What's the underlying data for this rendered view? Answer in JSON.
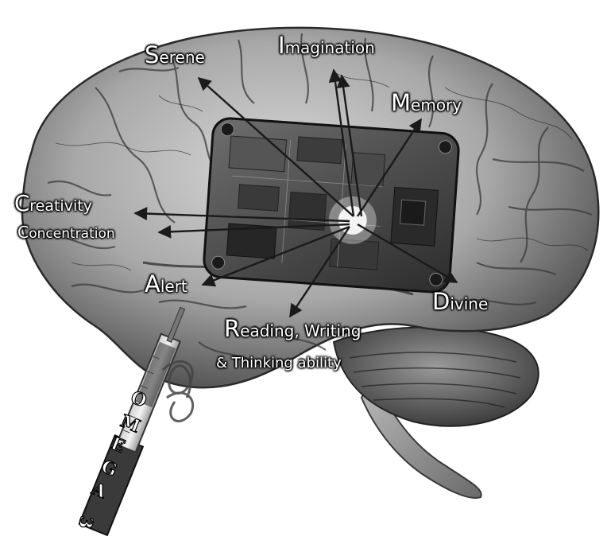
{
  "labels": {
    "serene": {
      "cap": "S",
      "rest": "erene"
    },
    "imagination": {
      "cap": "I",
      "rest": "magination"
    },
    "memory": {
      "cap": "M",
      "rest": "emory"
    },
    "creativity": {
      "cap": "C",
      "rest": "reativity"
    },
    "concentration": {
      "cap": "C",
      "rest": "oncentration"
    },
    "alert": {
      "cap": "A",
      "rest": "lert"
    },
    "divine": {
      "cap": "D",
      "rest": "ivine"
    },
    "reading": {
      "cap": "R",
      "rest": "eading, Writing"
    },
    "thinking": {
      "text": "& Thinking ability"
    }
  },
  "syringe": {
    "letters": [
      "O",
      "M",
      "E",
      "G",
      "A",
      "3"
    ]
  }
}
